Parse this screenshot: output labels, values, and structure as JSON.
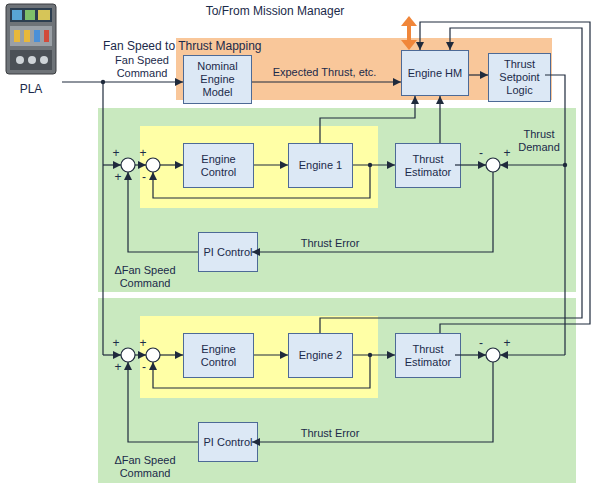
{
  "diagram": {
    "nodes": [
      {
        "text": [
          "PLA"
        ]
      },
      {
        "text": [
          "Fan Speed to Thrust Mapping"
        ]
      },
      {
        "text": [
          "Nominal Engine Model"
        ],
        "in": 1
      },
      {
        "text": [
          "Engine HM"
        ],
        "in": 1
      },
      {
        "text": [
          "Thrust Setpoint Logic"
        ],
        "in": 1
      },
      {
        "text": [
          "Engine Control"
        ]
      },
      {
        "text": [
          "Engine 1"
        ]
      },
      {
        "text": [
          "Thrust Estimator"
        ]
      },
      {
        "text": [
          "PI Control"
        ]
      },
      {
        "text": [
          "Engine Control"
        ]
      },
      {
        "text": [
          "Engine 2"
        ]
      },
      {
        "text": [
          "Thrust Estimator"
        ]
      },
      {
        "text": [
          "PI Control"
        ]
      }
    ],
    "edges": [
      {
        "from": 0,
        "to": 2,
        "arrow": "to",
        "label": "Fan Speed Command"
      },
      {
        "from": 2,
        "to": 3,
        "arrow": "to",
        "label": "Expected Thrust, etc."
      },
      {
        "from": 3,
        "to": 4,
        "arrow": "to"
      },
      {
        "from": 5,
        "to": 6,
        "arrow": "to"
      },
      {
        "from": 6,
        "to": 7,
        "arrow": "to"
      },
      {
        "from": 6,
        "to": 3,
        "arrow": "to"
      },
      {
        "from": 7,
        "to": 3,
        "arrow": "to"
      },
      {
        "from": 9,
        "to": 10,
        "arrow": "to"
      },
      {
        "from": 10,
        "to": 11,
        "arrow": "to"
      },
      {
        "from": 10,
        "to": 3,
        "arrow": "to"
      },
      {
        "from": 11,
        "to": 3,
        "arrow": "to"
      }
    ],
    "labels": [
      "To/From Mission Manager",
      "Thrust Demand",
      "+",
      "+",
      "+",
      "-",
      "-",
      "+",
      "Thrust Error",
      "ΔFan Speed Command",
      "+",
      "+",
      "+",
      "-",
      "-",
      "+",
      "Thrust Error",
      "ΔFan Speed Command"
    ]
  }
}
